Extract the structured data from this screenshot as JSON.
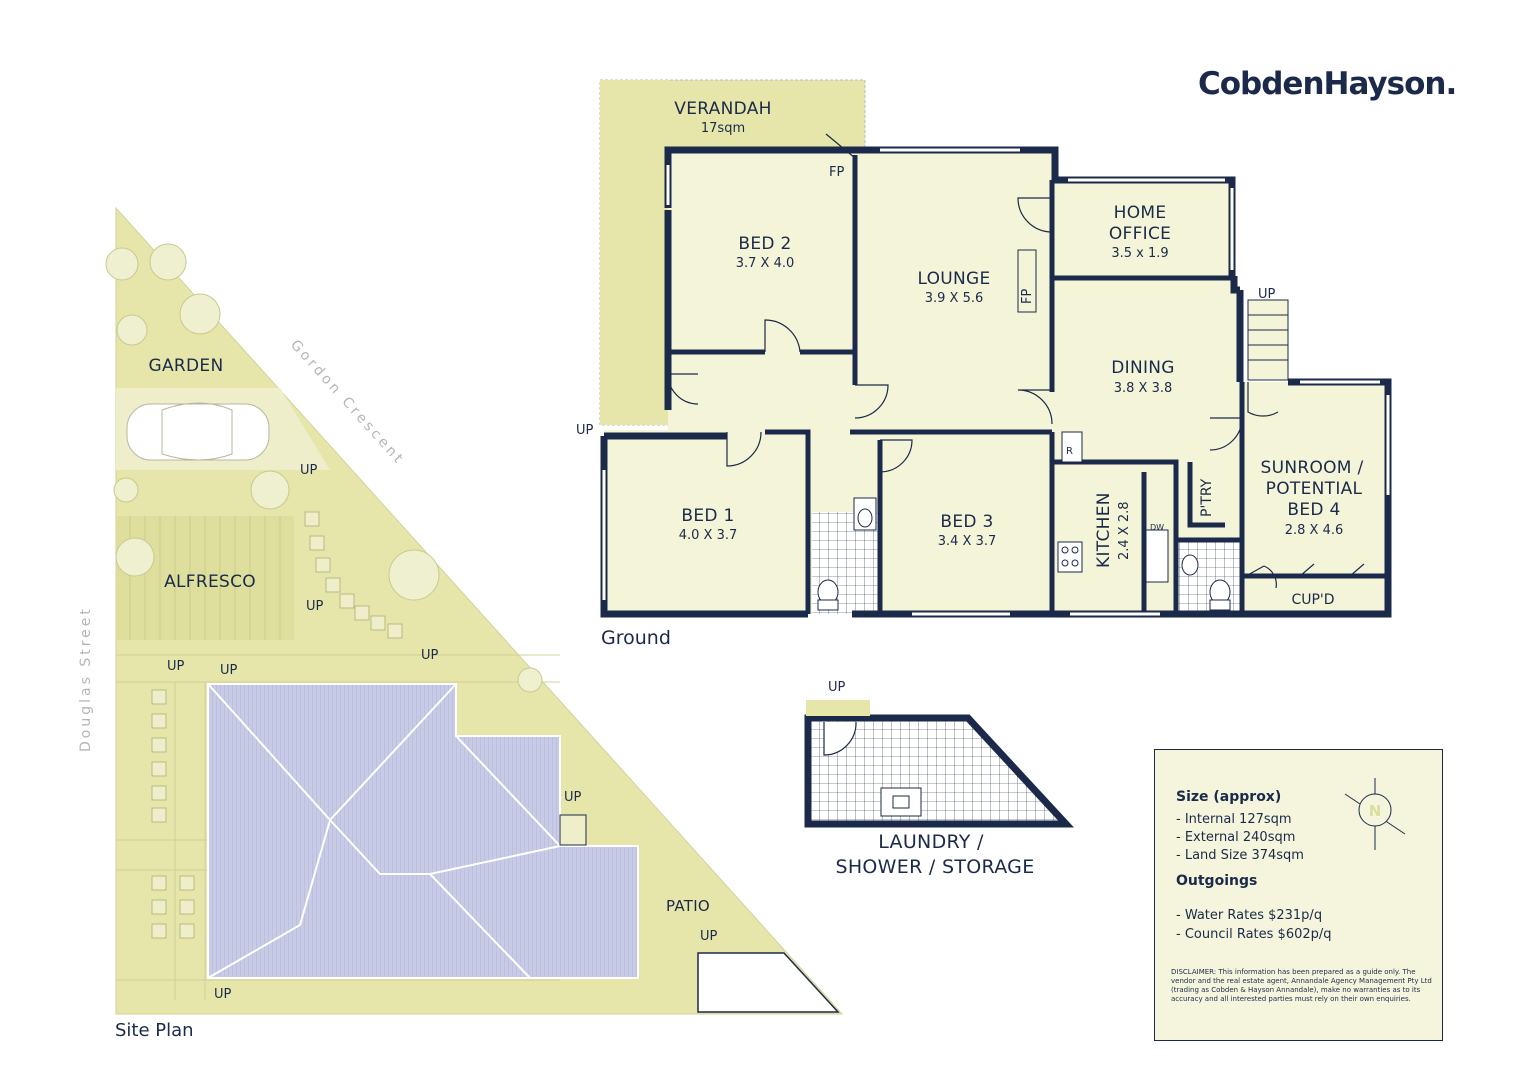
{
  "brand": {
    "name": "CobdenHayson."
  },
  "colors": {
    "navy": "#1b2a4a",
    "fill": "#f4f4d8",
    "site": "#e6e6ab",
    "roof": "#c8cbe6"
  },
  "plans": {
    "ground_label": "Ground",
    "site_label": "Site Plan",
    "laundry_line1": "LAUNDRY /",
    "laundry_line2": "SHOWER /  STORAGE"
  },
  "rooms": {
    "verandah": {
      "name": "VERANDAH",
      "dims": "17sqm"
    },
    "bed2": {
      "name": "BED 2",
      "dims": "3.7 X 4.0"
    },
    "lounge": {
      "name": "LOUNGE",
      "dims": "3.9 X 5.6"
    },
    "home_office": {
      "name1": "HOME",
      "name2": "OFFICE",
      "dims": "3.5 x 1.9"
    },
    "dining": {
      "name": "DINING",
      "dims": "3.8 X 3.8"
    },
    "bed1": {
      "name": "BED 1",
      "dims": "4.0 X 3.7"
    },
    "bed3": {
      "name": "BED 3",
      "dims": "3.4 X 3.7"
    },
    "kitchen": {
      "name": "KITCHEN",
      "dims": "2.4 X 2.8"
    },
    "pantry": {
      "name": "P'TRY"
    },
    "sunroom": {
      "name1": "SUNROOM /",
      "name2": "POTENTIAL",
      "name3": "BED 4",
      "dims": "2.8 X 4.6"
    },
    "cupboard": {
      "name": "CUP'D"
    }
  },
  "markers": {
    "fp": "FP",
    "up": "UP",
    "r": "R",
    "dw": "DW"
  },
  "site": {
    "garden": "GARDEN",
    "alfresco": "ALFRESCO",
    "patio": "PATIO",
    "gordon_street": "Gordon Crescent",
    "douglas_street": "Douglas Street"
  },
  "info": {
    "size_heading": "Size (approx)",
    "size_items": [
      "- Internal 127sqm",
      "- External 240sqm",
      "- Land Size 374sqm"
    ],
    "outgoings_heading": "Outgoings",
    "outgoing_items": [
      "- Water Rates $231p/q",
      "- Council Rates $602p/q"
    ],
    "disclaimer": "DISCLAIMER: This information has been prepared as a guide only. The vendor and the real estate agent, Annandale Agency Management Pty Ltd (trading as Cobden & Hayson Annandale), make no warranties as to its accuracy and all interested parties must rely on their own enquiries.",
    "north_letter": "N"
  }
}
